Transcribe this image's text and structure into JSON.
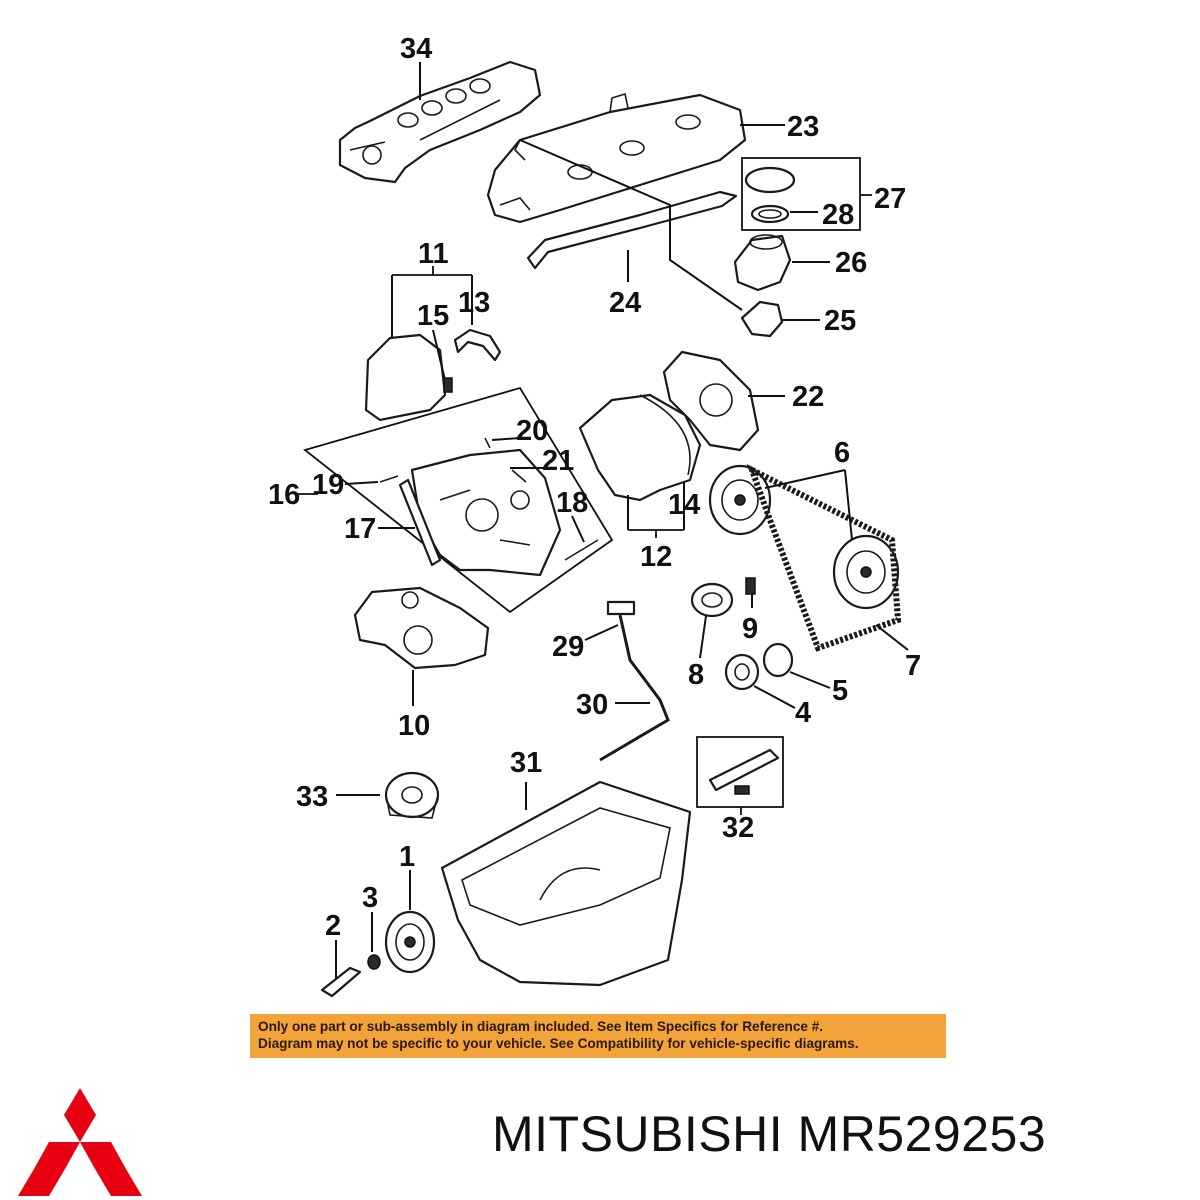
{
  "diagram": {
    "callouts": [
      "1",
      "2",
      "3",
      "4",
      "5",
      "6",
      "7",
      "8",
      "9",
      "10",
      "11",
      "12",
      "13",
      "14",
      "15",
      "16",
      "17",
      "18",
      "19",
      "20",
      "21",
      "22",
      "23",
      "24",
      "25",
      "26",
      "27",
      "28",
      "29",
      "30",
      "31",
      "32",
      "33",
      "34"
    ]
  },
  "disclaimer": {
    "line1": "Only one part or sub-assembly in diagram included. See Item Specifics for Reference #.",
    "line2": "Diagram may not be specific to your vehicle. See Compatibility for vehicle-specific diagrams."
  },
  "brand": {
    "name": "MITSUBISHI",
    "part_number": "MR529253",
    "logo_color": "#e60012",
    "banner_color": "#f2a33a"
  }
}
